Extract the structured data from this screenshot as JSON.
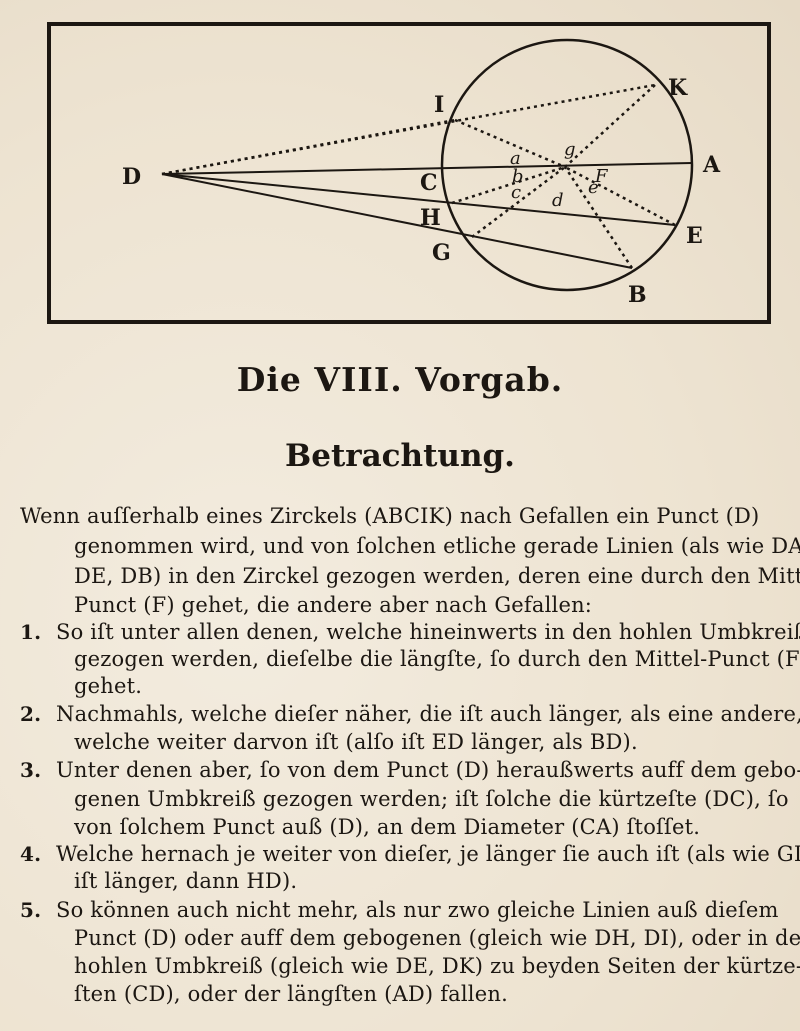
{
  "figure": {
    "labels": {
      "D": "D",
      "I": "I",
      "K": "K",
      "A": "A",
      "C": "C",
      "H": "H",
      "G": "G",
      "E": "E",
      "B": "B",
      "F": "F",
      "a": "a",
      "b": "b",
      "c": "c",
      "d": "d",
      "e": "e",
      "g": "g"
    }
  },
  "heading": "Die VIII. Vorgab.",
  "subheading": "Betrachtung.",
  "intro_lines": [
    "Wenn auſſerhalb eines Zirckels (ABCIK) nach Gefallen ein Punct (D)",
    "genommen wird, und von ſolchen etliche gerade Linien (als wie DA,",
    "DE, DB) in den Zirckel gezogen werden, deren eine durch den Mittel-",
    "Punct (F) gehet, die andere aber nach Gefallen:"
  ],
  "items": [
    {
      "number": "1.",
      "lines": [
        "So iſt unter allen denen, welche hineinwerts in den hohlen Umbkreiß",
        "gezogen werden, dieſelbe die längſte, ſo durch den Mittel-Punct (F)",
        "gehet."
      ]
    },
    {
      "number": "2.",
      "lines": [
        "Nachmahls, welche dieſer näher, die iſt auch länger, als eine andere,",
        "welche weiter darvon iſt (alſo iſt ED länger, als BD)."
      ]
    },
    {
      "number": "3.",
      "lines": [
        "Unter denen aber, ſo von dem Punct (D) heraußwerts auff dem gebo-",
        "genen Umbkreiß gezogen werden; iſt ſolche die kürtzeſte (DC), ſo",
        "von ſolchem Punct auß (D), an dem Diameter (CA) ſtoſſet."
      ]
    },
    {
      "number": "4.",
      "lines": [
        "Welche hernach je weiter von dieſer, je länger ſie auch iſt (als wie GD",
        "iſt länger, dann HD)."
      ]
    },
    {
      "number": "5.",
      "lines": [
        "So können auch nicht mehr, als nur zwo gleiche Linien auß dieſem",
        "Punct (D) oder auff dem gebogenen (gleich wie DH, DI), oder in dem",
        "hohlen Umbkreiß (gleich wie DE, DK) zu beyden Seiten der kürtze-",
        "ſten (CD), oder der längſten (AD) fallen."
      ]
    }
  ]
}
